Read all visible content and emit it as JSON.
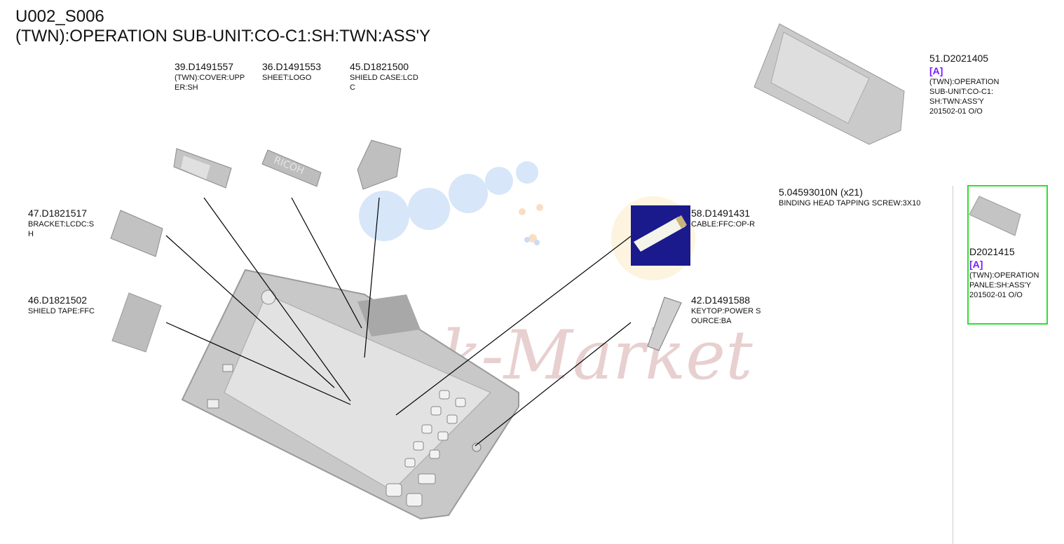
{
  "header": {
    "code": "U002_S006",
    "title": "(TWN):OPERATION SUB-UNIT:CO-C1:SH:TWN:ASS'Y"
  },
  "parts": [
    {
      "id": "p39",
      "number": "39.D1491557",
      "desc": "(TWN):COVER:UPP\nER:SH"
    },
    {
      "id": "p36",
      "number": "36.D1491553",
      "desc": "SHEET:LOGO"
    },
    {
      "id": "p45",
      "number": "45.D1821500",
      "desc": "SHIELD CASE:LCD\nC"
    },
    {
      "id": "p47",
      "number": "47.D1821517",
      "desc": "BRACKET:LCDC:S\nH"
    },
    {
      "id": "p46",
      "number": "46.D1821502",
      "desc": "SHIELD TAPE:FFC"
    },
    {
      "id": "p58",
      "number": "58.D1491431",
      "desc": "CABLE:FFC:OP-R"
    },
    {
      "id": "p42",
      "number": "42.D1491588",
      "desc": "KEYTOP:POWER S\nOURCE:BA"
    },
    {
      "id": "p5",
      "number": "5.04593010N (x21)",
      "desc": "BINDING HEAD TAPPING SCREW:3X10"
    }
  ],
  "assemblies": [
    {
      "id": "a51",
      "number": "51.D2021405",
      "badge": "[A]",
      "desc": "(TWN):OPERATION\n SUB-UNIT:CO-C1:\nSH:TWN:ASS'Y\n201502-01 O/O"
    },
    {
      "id": "aD",
      "number": "D2021415",
      "badge": "[A]",
      "desc": "(TWN):OPERATION\n PANLE:SH:ASS'Y\n201502-01 O/O"
    }
  ],
  "watermark": {
    "text": "Ink-Market"
  },
  "colors": {
    "badge": "#7a1cff",
    "highlight_border": "#33dd33",
    "cable_bg": "#1a1a8c",
    "part_gray": "#b8b8b8"
  },
  "logo_text": "RICOH"
}
